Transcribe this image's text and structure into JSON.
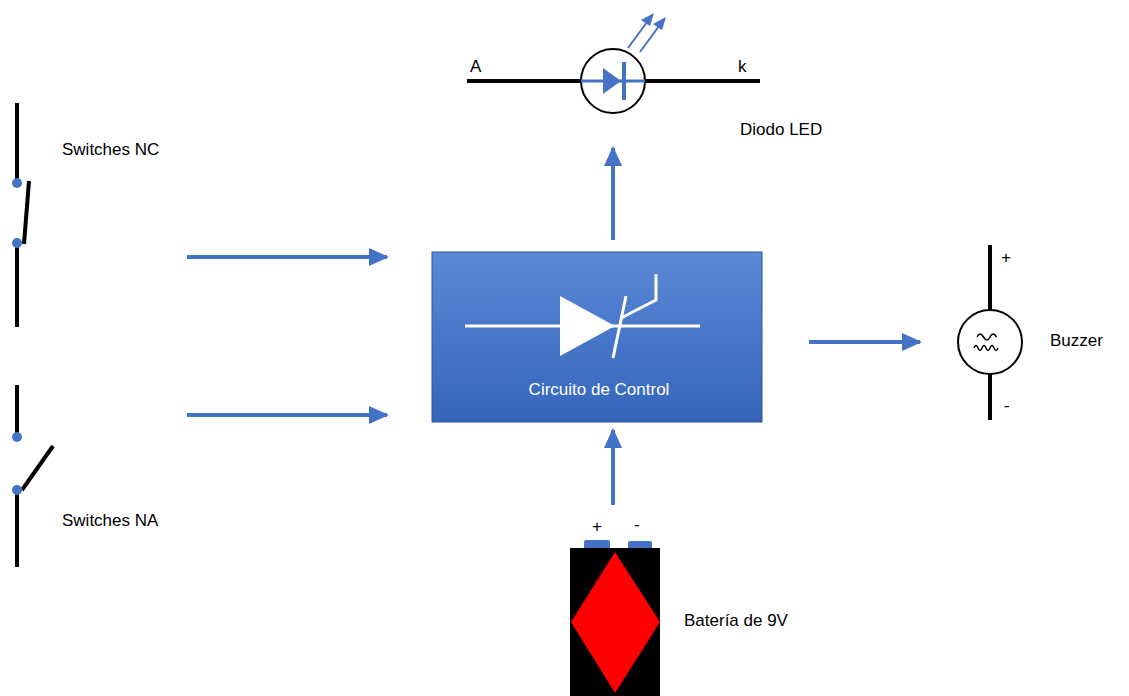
{
  "diagram": {
    "nodes": [
      {
        "text": [
          "Diodo LED"
        ]
      },
      {
        "text": [
          "Switches NC"
        ]
      },
      {
        "text": [
          "Circuito de Control"
        ]
      },
      {
        "text": [
          "Buzzer"
        ]
      },
      {
        "text": [
          "Switches NA"
        ]
      },
      {
        "text": [
          "Batería de 9V"
        ]
      }
    ],
    "edges": [
      {
        "from": 1,
        "to": 2,
        "arrow": "to"
      },
      {
        "from": 4,
        "to": 2,
        "arrow": "to"
      },
      {
        "from": 5,
        "to": 2,
        "arrow": "to"
      },
      {
        "from": 2,
        "to": 0,
        "arrow": "to"
      },
      {
        "from": 2,
        "to": 3,
        "arrow": "to"
      }
    ],
    "labels": [
      "A",
      "k",
      "+",
      "-",
      "+",
      "-"
    ]
  }
}
